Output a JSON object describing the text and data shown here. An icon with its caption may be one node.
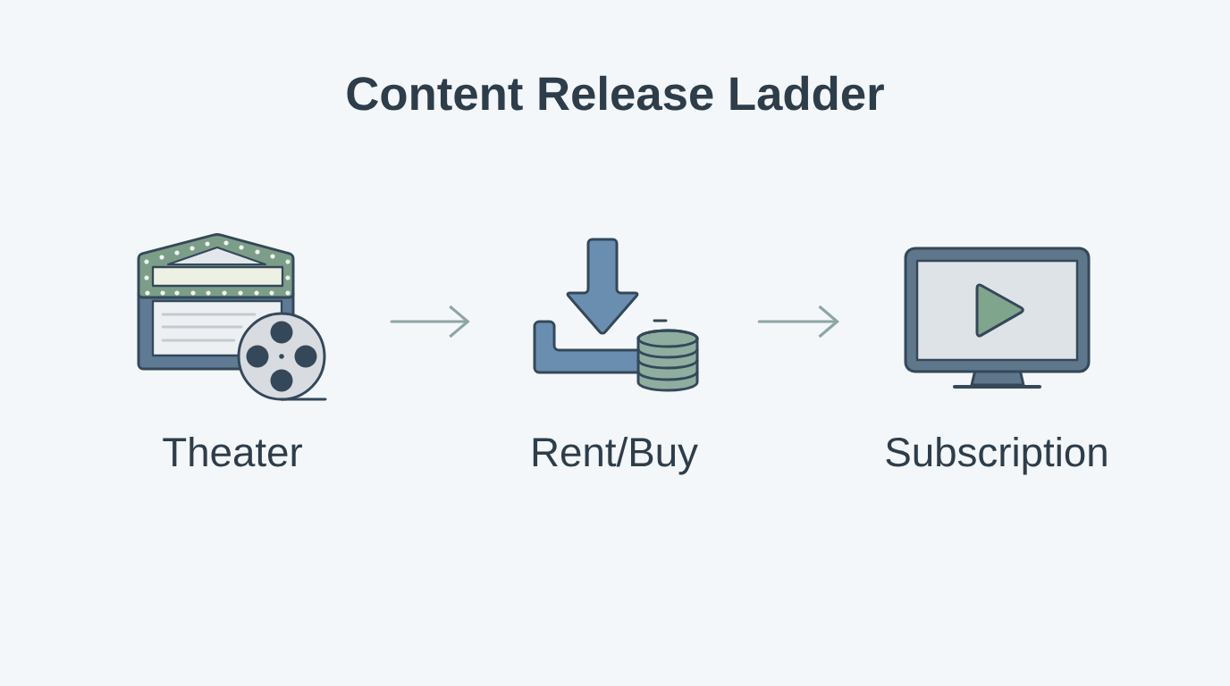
{
  "diagram": {
    "title": "Content Release Ladder",
    "nodes": [
      {
        "text": [
          "Theater"
        ]
      },
      {
        "text": [
          "Rent/Buy"
        ]
      },
      {
        "text": [
          "Subscription"
        ]
      }
    ],
    "edges": [
      {
        "from": 0,
        "to": 1,
        "arrow": "to"
      },
      {
        "from": 1,
        "to": 2,
        "arrow": "to"
      }
    ]
  }
}
